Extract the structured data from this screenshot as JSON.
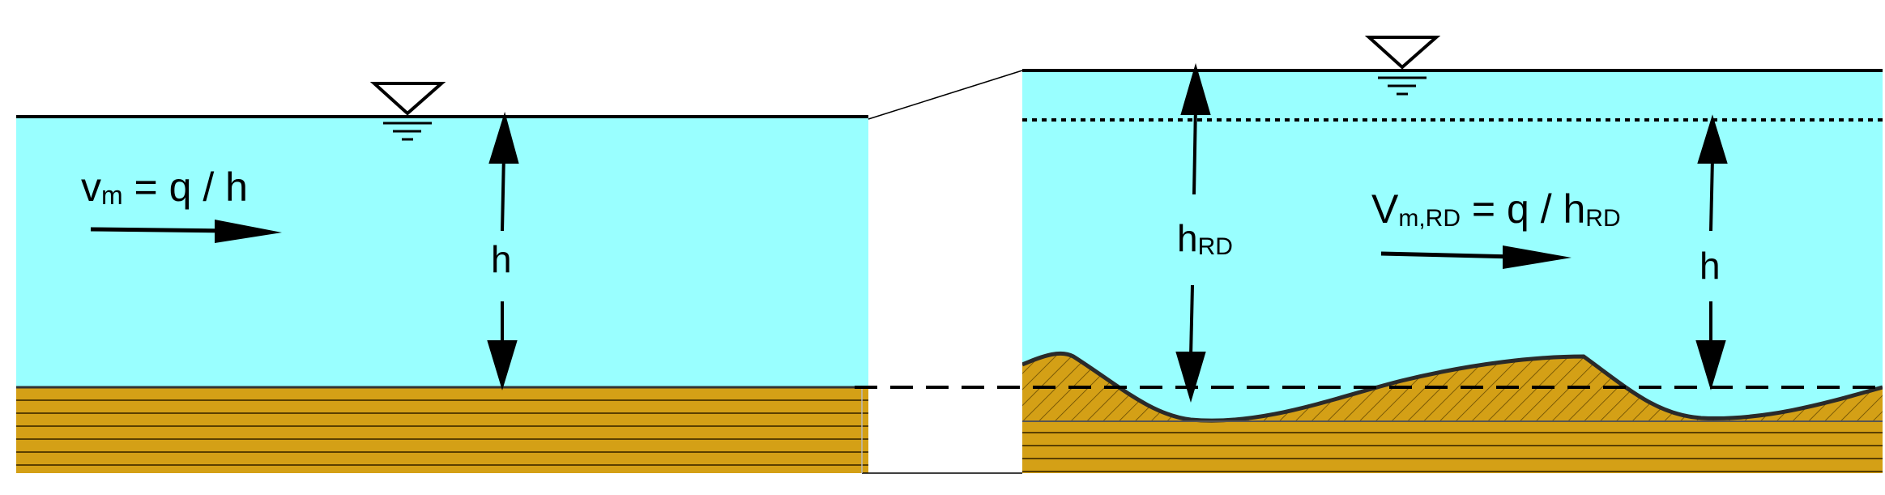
{
  "left_panel": {
    "velocity_label": "v",
    "velocity_sub": "m",
    "velocity_rest": " = q / h",
    "depth_label": "h"
  },
  "right_panel": {
    "velocity_label": "V",
    "velocity_sub": "m,RD",
    "velocity_mid": " = q / h",
    "velocity_sub2": "RD",
    "depth_rd_label": "h",
    "depth_rd_sub": "RD",
    "depth_label": "h"
  },
  "colors": {
    "water": "#99ffff",
    "sediment": "#d4a016",
    "line": "#000000"
  },
  "icons": [
    "water-surface-triangle-icon",
    "water-surface-triangle-icon"
  ]
}
